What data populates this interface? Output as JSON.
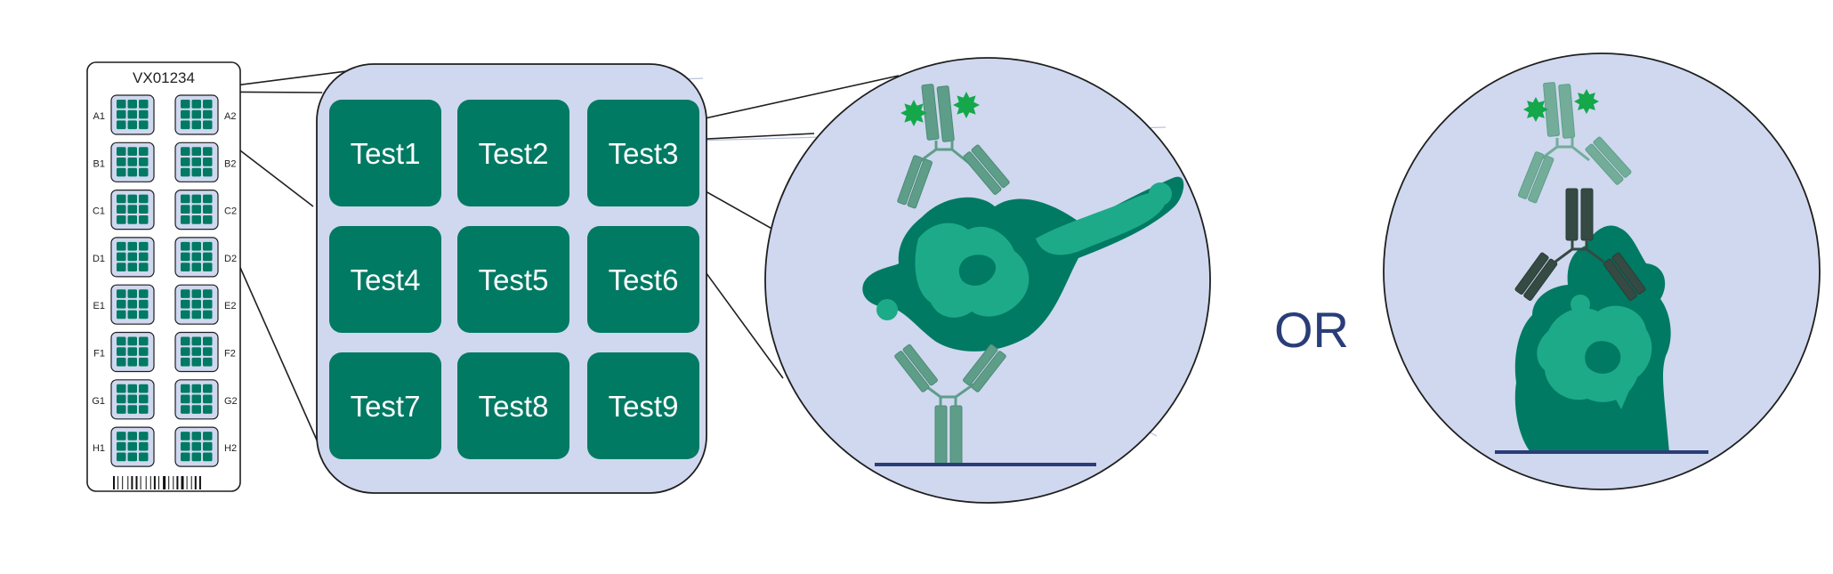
{
  "slide": {
    "id": "VX01234",
    "wells_left": [
      "A1",
      "B1",
      "C1",
      "D1",
      "E1",
      "F1",
      "G1",
      "H1"
    ],
    "wells_right": [
      "A2",
      "B2",
      "C2",
      "D2",
      "E2",
      "F2",
      "G2",
      "H2"
    ]
  },
  "well_zoom": {
    "tests": [
      "Test1",
      "Test2",
      "Test3",
      "Test4",
      "Test5",
      "Test6",
      "Test7",
      "Test8",
      "Test9"
    ]
  },
  "separator": "OR",
  "colors": {
    "panel_fill": "#cfd8ef",
    "test_fill": "#007a63",
    "antibody": "#5e9e89",
    "detection_antibody": "#344a43",
    "antigen_dark": "#007a63",
    "antigen_light": "#1daa88",
    "fluorophore": "#14a84b",
    "surface_line": "#2a3d78",
    "or_text": "#2a3d78",
    "outline": "#1f1f1f"
  }
}
